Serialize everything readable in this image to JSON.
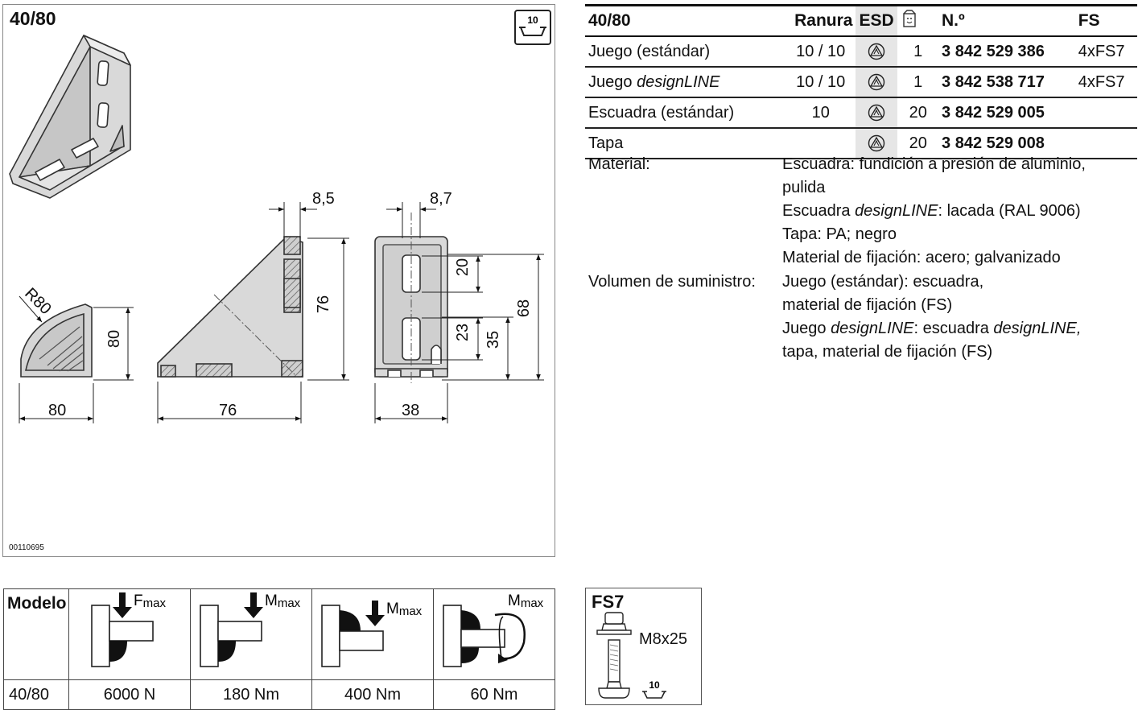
{
  "drawing": {
    "title": "40/80",
    "code": "00110695",
    "slot_badge": "10",
    "dims": {
      "r80": "R80",
      "w80": "80",
      "h80": "80",
      "w76": "76",
      "h76": "76",
      "top85": "8,5",
      "top87": "8,7",
      "d20": "20",
      "d23": "23",
      "d35": "35",
      "d68": "68",
      "w38": "38"
    }
  },
  "spec": {
    "headers": {
      "model": "40/80",
      "slot": "Ranura",
      "esd": "ESD",
      "num": "N.º",
      "fs": "FS"
    },
    "rows": [
      {
        "desc": "Juego (estándar)",
        "desc_italic": "",
        "slot": "10 / 10",
        "qty": "1",
        "num": "3 842 529 386",
        "fs": "4xFS7"
      },
      {
        "desc": "Juego ",
        "desc_italic": "designLINE",
        "slot": "10 / 10",
        "qty": "1",
        "num": "3 842 538 717",
        "fs": "4xFS7"
      },
      {
        "desc": "Escuadra (estándar)",
        "desc_italic": "",
        "slot": "10",
        "qty": "20",
        "num": "3 842 529 005",
        "fs": ""
      },
      {
        "desc": "Tapa",
        "desc_italic": "",
        "slot": "",
        "qty": "20",
        "num": "3 842 529 008",
        "fs": ""
      }
    ]
  },
  "material": {
    "label": "Material:",
    "lines": [
      {
        "a": "Escuadra: fundición a presión de aluminio,",
        "i": "",
        "b": ""
      },
      {
        "a": "pulida",
        "i": "",
        "b": ""
      },
      {
        "a": "Escuadra ",
        "i": "designLINE",
        "b": ": lacada (RAL 9006)"
      },
      {
        "a": "Tapa: PA; negro",
        "i": "",
        "b": ""
      },
      {
        "a": "Material de fijación: acero; galvanizado",
        "i": "",
        "b": ""
      }
    ]
  },
  "supply": {
    "label": "Volumen de suministro:",
    "lines": [
      {
        "a": "Juego (estándar): escuadra,",
        "i": "",
        "b": "",
        "i2": ""
      },
      {
        "a": "material de fijación (FS)",
        "i": "",
        "b": "",
        "i2": ""
      },
      {
        "a": "Juego ",
        "i": "designLINE",
        "b": ": escuadra ",
        "i2": "designLINE,"
      },
      {
        "a": "tapa, material de fijación (FS)",
        "i": "",
        "b": "",
        "i2": ""
      }
    ]
  },
  "loads": {
    "model_label": "Modelo",
    "model_value": "40/80",
    "f_label": "F",
    "m_label": "M",
    "max_sub": "max",
    "values": [
      "6000 N",
      "180 Nm",
      "400 Nm",
      "60 Nm"
    ]
  },
  "fs7": {
    "title": "FS7",
    "size": "M8x25",
    "badge": "10"
  }
}
